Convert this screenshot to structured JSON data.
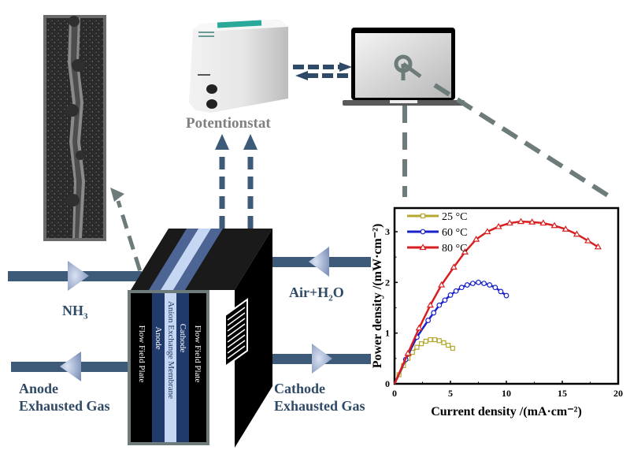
{
  "labels": {
    "potentiostat": "Potentionstat",
    "nh3_main": "NH",
    "nh3_sub": "3",
    "air_main": "Air+H",
    "air_sub": "2",
    "air_tail": "O",
    "anode_exhaust_1": "Anode",
    "anode_exhaust_2": "Exhausted Gas",
    "cathode_exhaust_1": "Cathode",
    "cathode_exhaust_2": "Exhausted Gas"
  },
  "cell_layers": [
    {
      "name": "Flow Field Plate",
      "color": "#000000"
    },
    {
      "name": "Anode",
      "color": "#1f3a6b"
    },
    {
      "name": "Anion Exchange Membrane",
      "color": "#c5d7f2"
    },
    {
      "name": "Cathode",
      "color": "#1f3a6b"
    },
    {
      "name": "Flow Field Plate",
      "color": "#000000"
    }
  ],
  "colors": {
    "flow_arrow": "#3d5a78",
    "arrow_head": "#8fa3c8",
    "dash_gray": "#6e7b7b",
    "dash_blue": "#2f4a66"
  },
  "chart_data": {
    "type": "line",
    "title": "",
    "xlabel": "Current density /(mA·cm⁻²)",
    "ylabel": "Power density /(mW·cm⁻²)",
    "xlim": [
      0,
      20
    ],
    "ylim": [
      0,
      3.4
    ],
    "xticks": [
      0,
      5,
      10,
      15,
      20
    ],
    "yticks": [
      0,
      1,
      2,
      3
    ],
    "legend_position": "top-left",
    "grid": false,
    "series": [
      {
        "name": "25 °C",
        "color": "#b5a830",
        "marker": "square",
        "x": [
          0,
          0.4,
          0.8,
          1.2,
          1.6,
          2.0,
          2.4,
          2.8,
          3.2,
          3.6,
          4.0,
          4.4,
          4.8,
          5.2
        ],
        "y": [
          0,
          0.18,
          0.36,
          0.5,
          0.62,
          0.72,
          0.79,
          0.84,
          0.87,
          0.87,
          0.85,
          0.81,
          0.76,
          0.7
        ]
      },
      {
        "name": "60 °C",
        "color": "#1a22c8",
        "marker": "circle",
        "x": [
          0,
          1,
          2,
          3,
          3.5,
          4,
          4.5,
          5,
          5.5,
          6,
          6.5,
          7,
          7.5,
          8,
          8.5,
          9,
          9.5,
          10
        ],
        "y": [
          0,
          0.48,
          0.92,
          1.25,
          1.4,
          1.55,
          1.65,
          1.75,
          1.83,
          1.9,
          1.95,
          1.98,
          2.0,
          1.98,
          1.95,
          1.9,
          1.82,
          1.74
        ]
      },
      {
        "name": "80 °C",
        "color": "#d81e1e",
        "marker": "triangle",
        "x": [
          0,
          1.2,
          2.2,
          3.2,
          4.2,
          5.3,
          6.3,
          7.3,
          8.3,
          9.3,
          10.3,
          11.3,
          12.3,
          13.3,
          14.3,
          15.3,
          16.3,
          17.3,
          18.2
        ],
        "y": [
          0,
          0.6,
          1.1,
          1.55,
          1.95,
          2.3,
          2.6,
          2.85,
          3.0,
          3.1,
          3.17,
          3.2,
          3.19,
          3.17,
          3.12,
          3.05,
          2.95,
          2.82,
          2.7
        ]
      }
    ]
  }
}
